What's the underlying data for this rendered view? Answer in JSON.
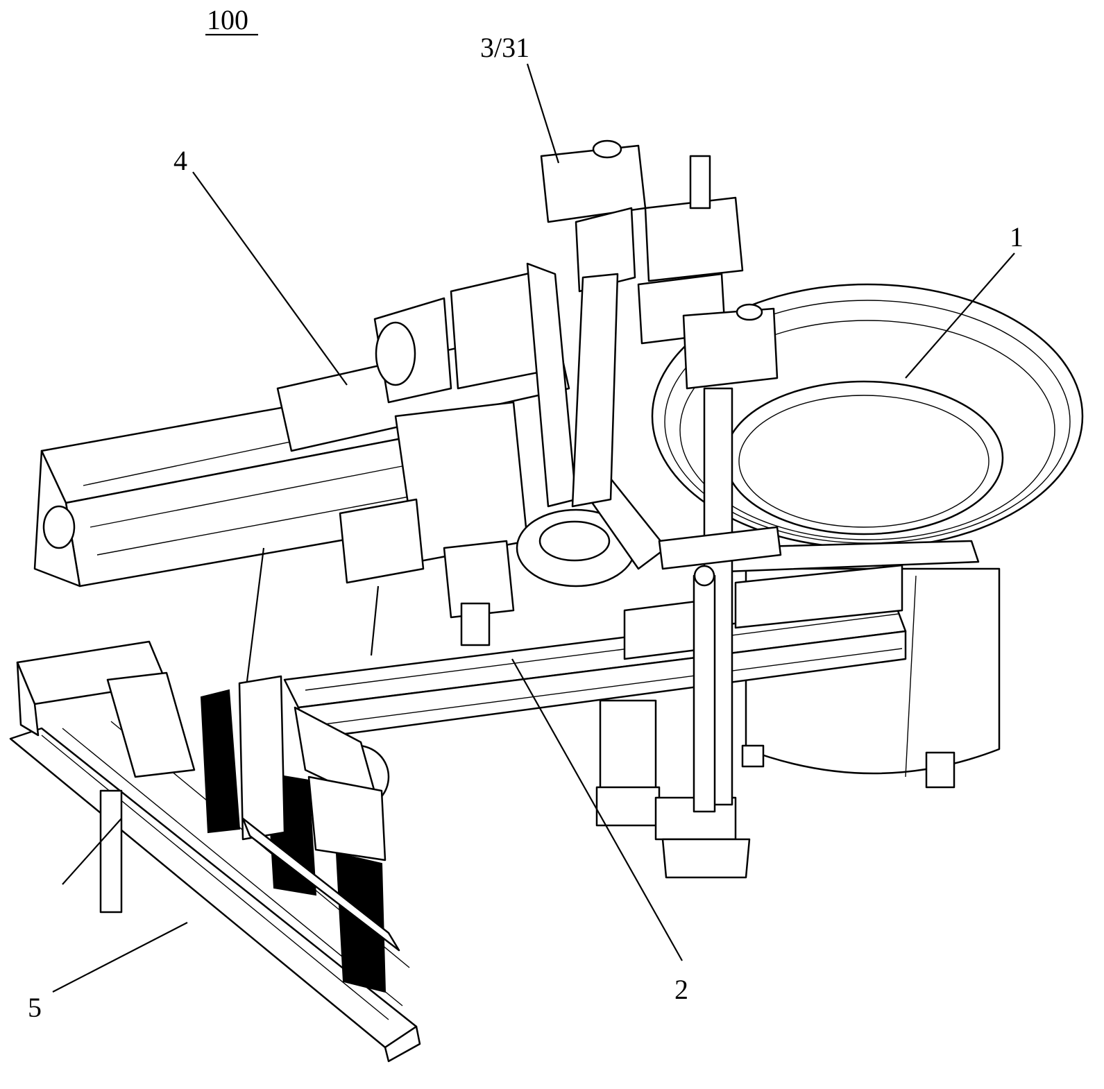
{
  "figure": {
    "title_label": "100",
    "callouts": [
      {
        "id": "feeder-bowl",
        "text": "1"
      },
      {
        "id": "conveyor",
        "text": "2"
      },
      {
        "id": "gripper",
        "text": "3/31"
      },
      {
        "id": "linear-module",
        "text": "4"
      },
      {
        "id": "output-rail",
        "text": "5"
      }
    ]
  }
}
